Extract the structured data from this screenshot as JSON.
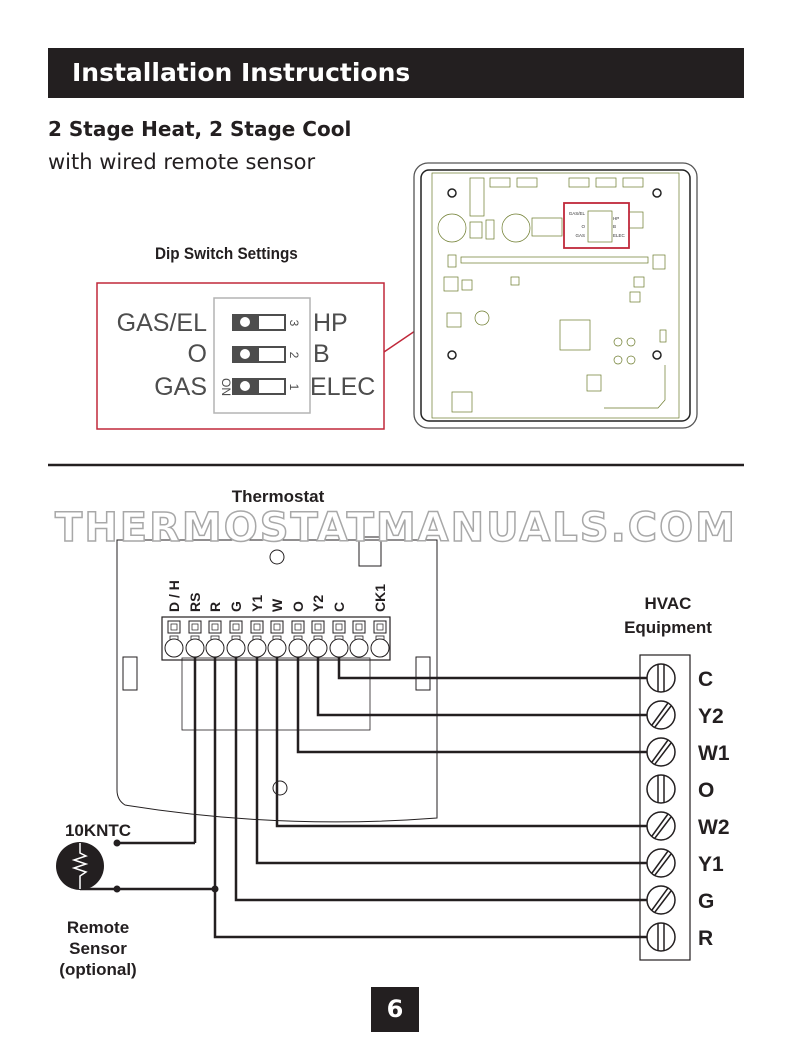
{
  "header": {
    "title": "Installation Instructions"
  },
  "section": {
    "title": "2 Stage Heat, 2 Stage Cool",
    "subtitle": "with wired remote sensor"
  },
  "dip_switch": {
    "title": "Dip Switch Settings",
    "switches": [
      {
        "number": "3",
        "left": "GAS/EL",
        "right": "HP"
      },
      {
        "number": "2",
        "left": "O",
        "right": "B"
      },
      {
        "number": "1",
        "left": "GAS",
        "right": "ELEC"
      }
    ],
    "on_label": "ON",
    "highlight_color": "#c0283a"
  },
  "board_inset": {
    "labels": [
      "GAS/EL",
      "O",
      "GAS",
      "HP",
      "B",
      "ELEC"
    ]
  },
  "wiring": {
    "thermostat_label": "Thermostat",
    "thermostat_terminals": [
      "D / H",
      "RS",
      "R",
      "G",
      "Y1",
      "W",
      "O",
      "Y2",
      "C",
      "",
      "CK1"
    ],
    "hvac_label_line1": "HVAC",
    "hvac_label_line2": "Equipment",
    "hvac_terminals": [
      "C",
      "Y2",
      "W1",
      "O",
      "W2",
      "Y1",
      "G",
      "R"
    ],
    "sensor_label": "10KNTC",
    "remote_line1": "Remote",
    "remote_line2": "Sensor",
    "remote_line3": "(optional)"
  },
  "watermark": "THERMOSTATMANUALS.COM",
  "page_number": "6"
}
